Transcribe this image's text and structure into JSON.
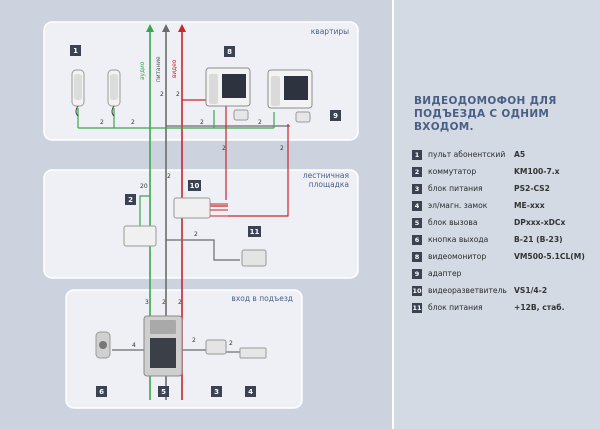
{
  "title": {
    "line1": "ВИДЕОДОМОФОН ДЛЯ",
    "line2": "ПОДЪЕЗДА С ОДНИМ",
    "line3": "ВХОДОМ."
  },
  "zones": {
    "apartments": "квартиры",
    "landing_1": "лестничная",
    "landing_2": "площадка",
    "entrance": "вход в подъезд"
  },
  "bus_labels": {
    "audio": "аудио",
    "power": "питание",
    "video": "видео"
  },
  "badges": {
    "b1": "1",
    "b2": "2",
    "b3": "3",
    "b4": "4",
    "b5": "5",
    "b6": "6",
    "b8": "8",
    "b9": "9",
    "b10": "10",
    "b11": "11"
  },
  "wire_counts": {
    "w2": "2",
    "w3": "3",
    "w4": "4",
    "w20": "20"
  },
  "legend": [
    {
      "num": "1",
      "name": "пульт абонентский",
      "model": "A5"
    },
    {
      "num": "2",
      "name": "коммутатор",
      "model": "KM100-7.x"
    },
    {
      "num": "3",
      "name": "блок питания",
      "model": "PS2-CS2"
    },
    {
      "num": "4",
      "name": "эл/магн. замок",
      "model": "ME-xxx"
    },
    {
      "num": "5",
      "name": "блок вызова",
      "model": "DPxxx-xDCx"
    },
    {
      "num": "6",
      "name": "кнопка выхода",
      "model": "B-21 (B-23)"
    },
    {
      "num": "8",
      "name": "видеомонитор",
      "model": "VM500-5.1CL(M)"
    },
    {
      "num": "9",
      "name": "адаптер",
      "model": ""
    },
    {
      "num": "10",
      "name": "видеоразветвитель",
      "model": "VS1/4-2"
    },
    {
      "num": "11",
      "name": "блок питания",
      "model": "+12B, стаб."
    }
  ],
  "colors": {
    "audio_wire": "#3aa64a",
    "video_wire": "#c8262c",
    "power_wire": "#6b6b6b",
    "badge_bg": "#3b4252",
    "accent": "#4a5f85"
  }
}
